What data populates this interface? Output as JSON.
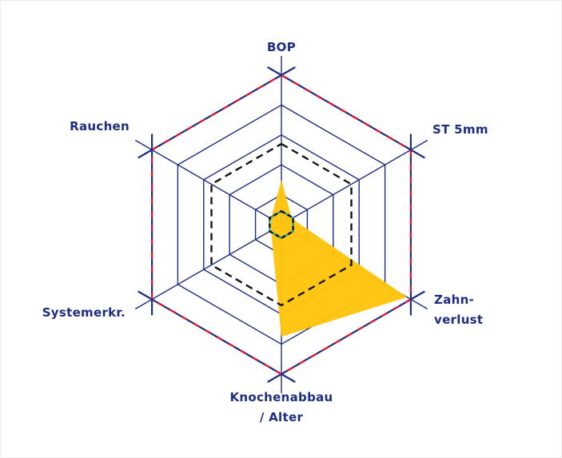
{
  "chart_data": {
    "type": "radar",
    "title": "",
    "shape": "hexagon",
    "axes": [
      {
        "id": "bop",
        "label": "BOP",
        "value": 1.5
      },
      {
        "id": "st-5mm",
        "label": "ST 5mm",
        "value": 0.4
      },
      {
        "id": "zahnverlust",
        "label": "Zahn-\nverlust",
        "value": 4.85
      },
      {
        "id": "knochenabbau",
        "label": "Knochenabbau\n/ Alter",
        "value": 3.75
      },
      {
        "id": "systemerkr",
        "label": "Systemerkr.",
        "value": 0.4
      },
      {
        "id": "rauchen",
        "label": "Rauchen",
        "value": 0.4
      }
    ],
    "scale": {
      "min": 0,
      "max": 5,
      "rings": 5
    },
    "boundaries": {
      "low_risk_ring": 2.7,
      "high_risk_ring": 5.0,
      "center_marker_ring": 0.45
    },
    "legend_position": "none",
    "grid": true,
    "colors": {
      "grid": "#1d2d7f",
      "series_fill": "#ffc40d",
      "high_boundary_dash": "#e8112d",
      "low_boundary_dash": "#141414",
      "center_marker": "#00a099",
      "label": "#1d2d7f",
      "background": "#ffffff"
    }
  }
}
